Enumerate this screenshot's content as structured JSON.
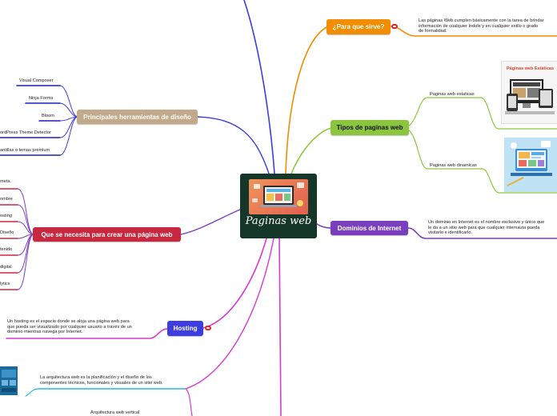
{
  "center": {
    "title": "Paginas web",
    "illustration": "web-design-laptop"
  },
  "colors": {
    "orange": "#f28c00",
    "green": "#8cc63e",
    "purple": "#7a3fbf",
    "tan": "#c2a989",
    "red": "#c8283f",
    "blue": "#3d3de0",
    "cyan": "#27b9e0",
    "magenta": "#d63bd0",
    "center": "#14372a"
  },
  "topics": {
    "para_que": {
      "label": "¿Para que sirve?",
      "description": [
        "Las páginas Web cumplen básicamente con la tarea de brindar",
        "información de cualquier índole y en cualquier estilo o grado",
        "de formalidad."
      ]
    },
    "tipos": {
      "label": "Tipos de paginas web",
      "subtopics": [
        "Paginas web estaticas",
        "Paginas web dinamicas"
      ],
      "thumb_caption": "Páginas web Estáticas"
    },
    "dominios": {
      "label": "Dominios de Internet",
      "description": [
        "Un dominio en Internet es el nombre exclusivo y único que",
        "le da a un sitio web para que cualquier internauta pueda",
        "visitarlo e identificarlo."
      ]
    },
    "herramientas": {
      "label": "Principales herramientas de diseño",
      "items": [
        "Visual Composer",
        "Ninja Forms",
        "Bloom",
        "ordPress Theme Detector",
        "antillas o temas premium"
      ]
    },
    "necesita": {
      "label": "Que se necesita para crear una página web",
      "items": [
        "meta.",
        "ombre",
        "osting",
        "Diseño",
        "tenido",
        "digital",
        "lytics"
      ]
    },
    "hosting": {
      "label": "Hosting",
      "description": [
        "Un hosting es el espacio donde se aloja una página web para",
        "que pueda ser visualizado por cualquier usuario a través de un",
        "dominio mientras navega por Internet."
      ]
    },
    "arquitectura": {
      "description": [
        "La arquitectura web es la planificación y el diseño de los",
        "componentes técnicos, funcionales y visuales de un sitio web."
      ],
      "sub_item": "Arquitectura web vertical"
    }
  }
}
